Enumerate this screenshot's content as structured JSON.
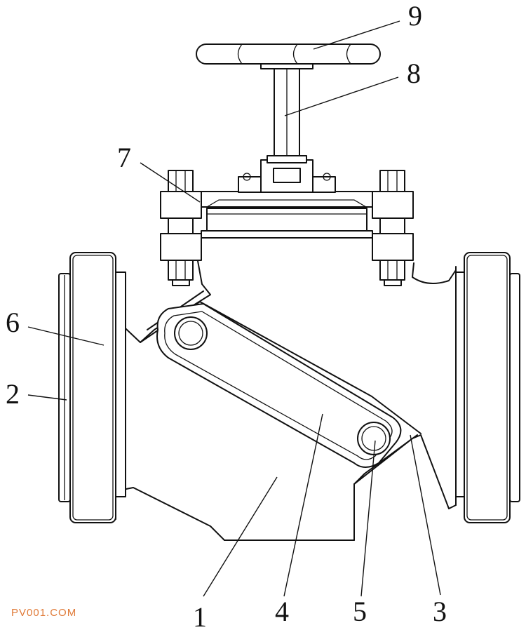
{
  "labels": {
    "l1": "1",
    "l2": "2",
    "l3": "3",
    "l4": "4",
    "l5": "5",
    "l6": "6",
    "l7": "7",
    "l8": "8",
    "l9": "9"
  },
  "watermark": "PV001.COM",
  "colors": {
    "line": "#111111",
    "background": "#ffffff",
    "watermark": "#e07b39"
  }
}
